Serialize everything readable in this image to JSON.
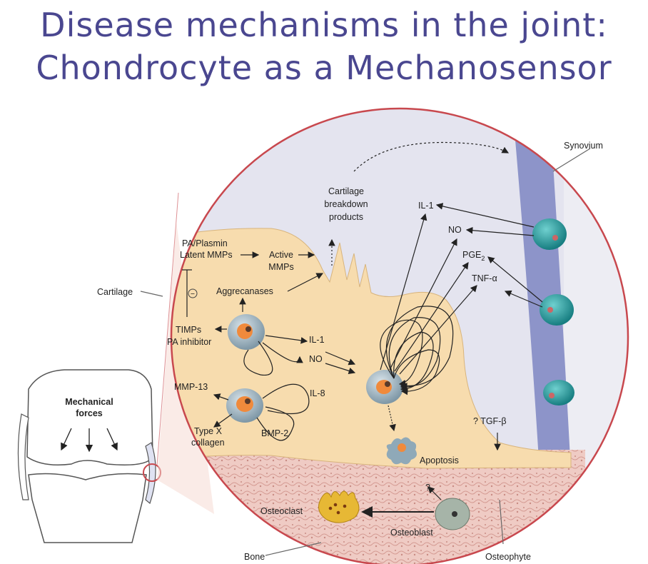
{
  "title": {
    "line1": "Disease mechanisms in the joint:",
    "line2": "Chondrocyte as a Mechanosensor"
  },
  "labels": {
    "synovium": "Synovium",
    "cartilage_breakdown_1": "Cartilage",
    "cartilage_breakdown_2": "breakdown",
    "cartilage_breakdown_3": "products",
    "il1_top": "IL-1",
    "no_top": "NO",
    "pge2": "PGE",
    "pge2_sub": "2",
    "tnf": "TNF-α",
    "pa_plasmin": "PA/Plasmin",
    "latent_mmps": "Latent MMPs",
    "active_1": "Active",
    "active_2": "MMPs",
    "aggrecanases": "Aggrecanases",
    "minus": "−",
    "cartilage": "Cartilage",
    "timps": "TIMPs",
    "pa_inhibitor": "PA inhibitor",
    "il1_mid": "IL-1",
    "no_mid": "NO",
    "mmp13": "MMP-13",
    "il8": "IL-8",
    "type_x_1": "Type X",
    "type_x_2": "collagen",
    "bmp2": "BMP-2",
    "tgf": "? TGF-β",
    "apoptosis": "Apoptosis",
    "question": "?",
    "osteoclast": "Osteoclast",
    "osteoblast": "Osteoblast",
    "bone": "Bone",
    "osteophyte": "Osteophyte",
    "mech_1": "Mechanical",
    "mech_2": "forces"
  },
  "colors": {
    "title": "#4a4790",
    "cartilage": "#f7dcae",
    "synovium": "#8d94c9",
    "joint_space": "#e4e4ef",
    "bone": "#ecc7c1",
    "circle_border": "#c8484e",
    "cell_synovial": "#2a9a9b",
    "cell_chondro": "#9fb6c3"
  }
}
